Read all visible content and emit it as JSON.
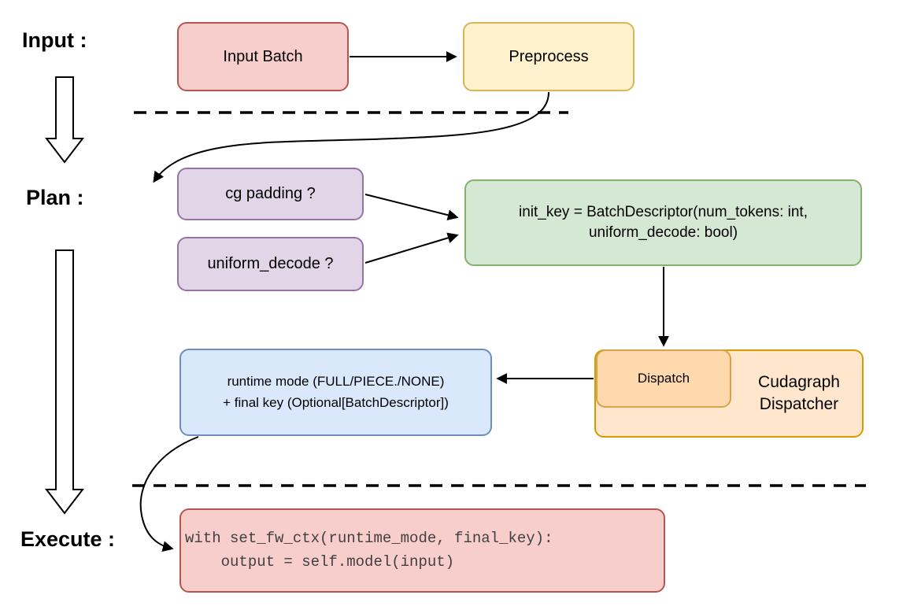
{
  "diagram": {
    "stage_labels": {
      "input": "Input :",
      "plan": "Plan :",
      "execute": "Execute :"
    },
    "nodes": {
      "input_batch": {
        "label": "Input Batch"
      },
      "preprocess": {
        "label": "Preprocess"
      },
      "cg_padding": {
        "label": "cg padding ?"
      },
      "uniform_decode": {
        "label": "uniform_decode ?"
      },
      "init_key": {
        "line1": "init_key = BatchDescriptor(num_tokens: int,",
        "line2": "uniform_decode: bool)"
      },
      "dispatch": {
        "label": "Dispatch"
      },
      "cudagraph_dispatcher": {
        "label": "Cudagraph Dispatcher"
      },
      "runtime_mode": {
        "line1": "runtime mode (FULL/PIECE./NONE)",
        "line2": "+ final key (Optional[BatchDescriptor])"
      },
      "execute_code": {
        "line1": "with set_fw_ctx(runtime_mode, final_key):",
        "line2": "    output = self.model(input)"
      }
    },
    "palette": {
      "red_fill": "#f8cecc",
      "red_border": "#b85450",
      "yellow_fill": "#fff2cc",
      "yellow_border": "#d6b656",
      "purple_fill": "#e1d5e7",
      "purple_border": "#9673a6",
      "green_fill": "#d5e8d4",
      "green_border": "#82b366",
      "blue_fill": "#dae8fc",
      "blue_border": "#6c8ebf",
      "orange_fill": "#ffe6cc",
      "orange_border": "#d79b00",
      "orange_inner_fill": "#ffd9ad",
      "arrow_color": "#000000"
    }
  }
}
